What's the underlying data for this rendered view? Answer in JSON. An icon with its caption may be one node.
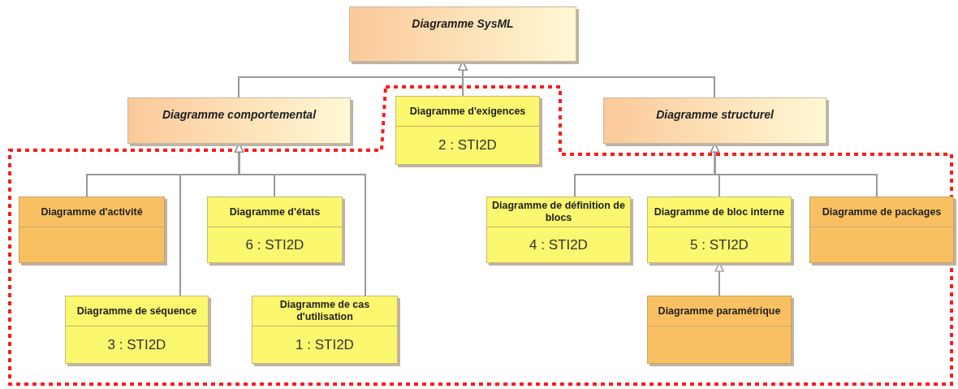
{
  "diagram": {
    "nodes": [
      {
        "text": [
          "Diagramme SysML"
        ]
      },
      {
        "text": [
          "Diagramme comportemental"
        ]
      },
      {
        "text": [
          "Diagramme d'exigences",
          "2 : STI2D"
        ]
      },
      {
        "text": [
          "Diagramme structurel"
        ]
      },
      {
        "text": [
          "Diagramme d'activité"
        ]
      },
      {
        "text": [
          "Diagramme d'états",
          "6 : STI2D"
        ]
      },
      {
        "text": [
          "Diagramme de séquence",
          "3 : STI2D"
        ]
      },
      {
        "text": [
          "Diagramme de cas d'utilisation",
          "1 : STI2D"
        ]
      },
      {
        "text": [
          "Diagramme de définition de blocs",
          "4 : STI2D"
        ]
      },
      {
        "text": [
          "Diagramme de bloc interne",
          "5 : STI2D"
        ]
      },
      {
        "text": [
          "Diagramme de packages"
        ]
      },
      {
        "text": [
          "Diagramme paramétrique"
        ]
      }
    ],
    "edges": [
      {
        "from": 1,
        "to": 0,
        "arrow": "to"
      },
      {
        "from": 2,
        "to": 0,
        "arrow": "to"
      },
      {
        "from": 3,
        "to": 0,
        "arrow": "to"
      },
      {
        "from": 4,
        "to": 1,
        "arrow": "to"
      },
      {
        "from": 5,
        "to": 1,
        "arrow": "to"
      },
      {
        "from": 6,
        "to": 1,
        "arrow": "to"
      },
      {
        "from": 7,
        "to": 1,
        "arrow": "to"
      },
      {
        "from": 8,
        "to": 3,
        "arrow": "to"
      },
      {
        "from": 9,
        "to": 3,
        "arrow": "to"
      },
      {
        "from": 10,
        "to": 3,
        "arrow": "to"
      },
      {
        "from": 11,
        "to": 9,
        "arrow": "to"
      }
    ]
  }
}
